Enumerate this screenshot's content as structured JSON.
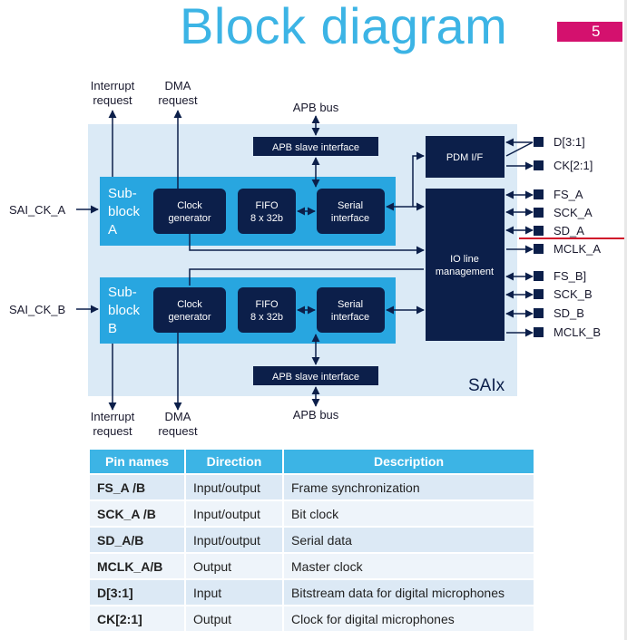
{
  "slide": {
    "title": "Block diagram",
    "page_number": "5"
  },
  "colors": {
    "accent": "#3cb4e5",
    "dark_block": "#0c1f4a",
    "light_panel": "#dbeaf6",
    "subblock": "#28a6e0",
    "magenta": "#d4116e"
  },
  "diagram": {
    "top_interrupt": [
      "Interrupt",
      "request"
    ],
    "top_dma": [
      "DMA",
      "request"
    ],
    "bottom_interrupt": [
      "Interrupt",
      "request"
    ],
    "bottom_dma": [
      "DMA",
      "request"
    ],
    "apb_bus_top": "APB bus",
    "apb_bus_bottom": "APB bus",
    "apb_slave_top": "APB slave interface",
    "apb_slave_bottom": "APB slave interface",
    "pdm": "PDM I/F",
    "io_line": [
      "IO line",
      "management"
    ],
    "saix": "SAIx",
    "sai_ck_a": "SAI_CK_A",
    "sai_ck_b": "SAI_CK_B",
    "sub_a": [
      "Sub-",
      "block",
      "A"
    ],
    "sub_b": [
      "Sub-",
      "block",
      "B"
    ],
    "clock_gen": [
      "Clock",
      "generator"
    ],
    "fifo": [
      "FIFO",
      "8 x 32b"
    ],
    "serial": [
      "Serial",
      "interface"
    ],
    "pins_right": [
      "D[3:1]",
      "CK[2:1]",
      "FS_A",
      "SCK_A",
      "SD_A",
      "MCLK_A",
      "FS_B]",
      "SCK_B",
      "SD_B",
      "MCLK_B"
    ]
  },
  "table": {
    "headers": [
      "Pin names",
      "Direction",
      "Description"
    ],
    "rows": [
      [
        "FS_A /B",
        "Input/output",
        "Frame synchronization"
      ],
      [
        "SCK_A /B",
        "Input/output",
        "Bit clock"
      ],
      [
        "SD_A/B",
        "Input/output",
        "Serial data"
      ],
      [
        "MCLK_A/B",
        "Output",
        "Master clock"
      ],
      [
        "D[3:1]",
        "Input",
        "Bitstream data for digital microphones"
      ],
      [
        "CK[2:1]",
        "Output",
        "Clock for digital microphones"
      ]
    ]
  }
}
